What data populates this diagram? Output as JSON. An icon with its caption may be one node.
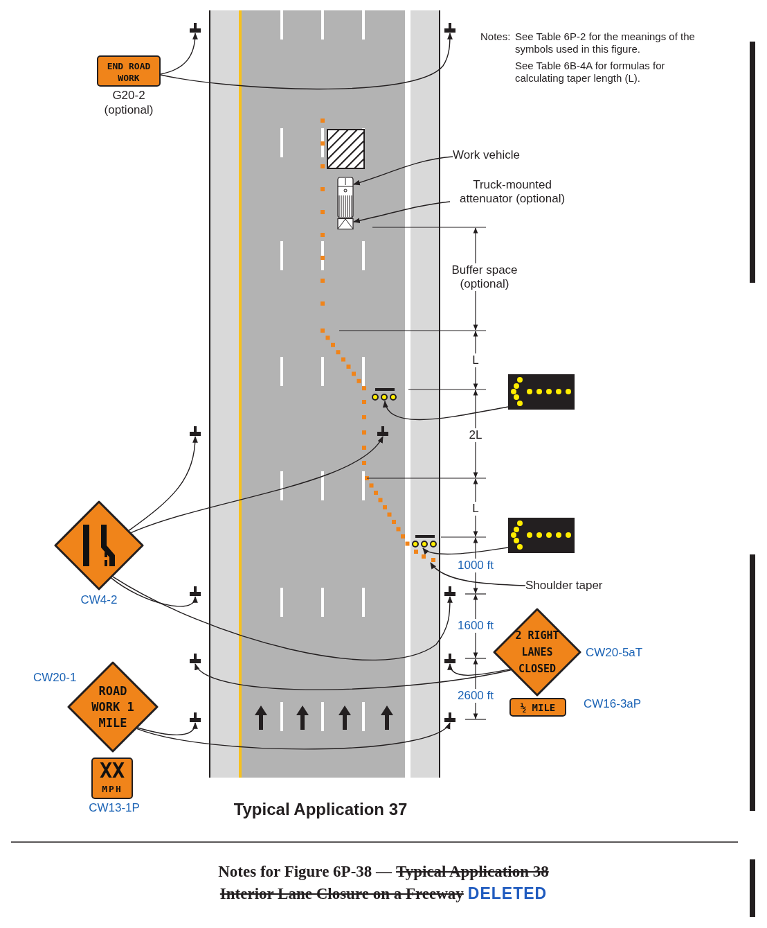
{
  "diagram": {
    "title": "Typical Application 37",
    "nodes": [
      {
        "text": [
          "END ROAD WORK"
        ],
        "beside": [
          "G20-2",
          "(optional)"
        ]
      },
      {
        "text": [],
        "shape": "post"
      },
      {
        "text": [],
        "shape": "post"
      },
      {
        "text": [
          "Work vehicle"
        ]
      },
      {
        "text": [],
        "shape": "truck"
      },
      {
        "text": [
          "Truck-mounted attenuator (optional)"
        ]
      },
      {
        "text": [],
        "shape": "box"
      },
      {
        "text": [],
        "shape": "box"
      },
      {
        "text": [],
        "shape": "box"
      },
      {
        "text": [],
        "shape": "post"
      },
      {
        "text": [],
        "shape": "post"
      },
      {
        "text": [],
        "shape": "diamond",
        "beside": [
          "CW4-2"
        ]
      },
      {
        "text": [],
        "shape": "box"
      },
      {
        "text": [],
        "shape": "box"
      },
      {
        "text": [
          "Shoulder taper"
        ]
      },
      {
        "text": [],
        "shape": "post"
      },
      {
        "text": [],
        "shape": "post"
      },
      {
        "text": [
          "2 RIGHT LANES CLOSED"
        ],
        "beside": [
          "CW20-5aT"
        ]
      },
      {
        "text": [
          "½ MILE"
        ]
      },
      {
        "text": [],
        "shape": "post"
      },
      {
        "text": [],
        "shape": "post"
      },
      {
        "text": [
          "ROAD WORK 1 MILE"
        ],
        "beside": [
          "CW20-1"
        ]
      },
      {
        "text": [
          "XX",
          "MPH"
        ],
        "beside": [
          "CW13-1P"
        ]
      },
      {
        "text": [],
        "shape": "post"
      },
      {
        "text": [],
        "shape": "post"
      },
      {
        "text": [],
        "shape": "cones"
      }
    ],
    "edges": [
      {
        "from": 0,
        "to": 1,
        "arrow": "to"
      },
      {
        "from": 0,
        "to": 2,
        "arrow": "to"
      },
      {
        "from": 3,
        "to": 4,
        "arrow": "to"
      },
      {
        "from": 5,
        "to": 6,
        "arrow": "to"
      },
      {
        "from": 7,
        "to": 8,
        "arrow": "to"
      },
      {
        "from": 11,
        "to": 10,
        "arrow": "to"
      },
      {
        "from": 11,
        "to": 9,
        "arrow": "to"
      },
      {
        "from": 11,
        "to": 15,
        "arrow": "to"
      },
      {
        "from": 11,
        "to": 16,
        "arrow": "to"
      },
      {
        "from": 12,
        "to": 13,
        "arrow": "to"
      },
      {
        "from": 14,
        "to": 25,
        "arrow": "to"
      },
      {
        "from": 17,
        "to": 19,
        "arrow": "to"
      },
      {
        "from": 17,
        "to": 20,
        "arrow": "to"
      },
      {
        "from": 21,
        "to": 23,
        "arrow": "to"
      },
      {
        "from": 21,
        "to": 24,
        "arrow": "to"
      }
    ],
    "labels": [
      "Notes:",
      "See Table 6P-2 for the meanings of the symbols used in this figure.",
      "See Table 6B-4A for formulas for calculating taper length (L).",
      "Buffer space (optional)",
      "L",
      "2L",
      "L",
      "1000 ft",
      "1600 ft",
      "2600 ft",
      "Notes for Figure 6P-38 —",
      "Typical Application 38",
      "Interior Lane Closure on a Freeway",
      "DELETED",
      "CW16-3aP"
    ]
  }
}
